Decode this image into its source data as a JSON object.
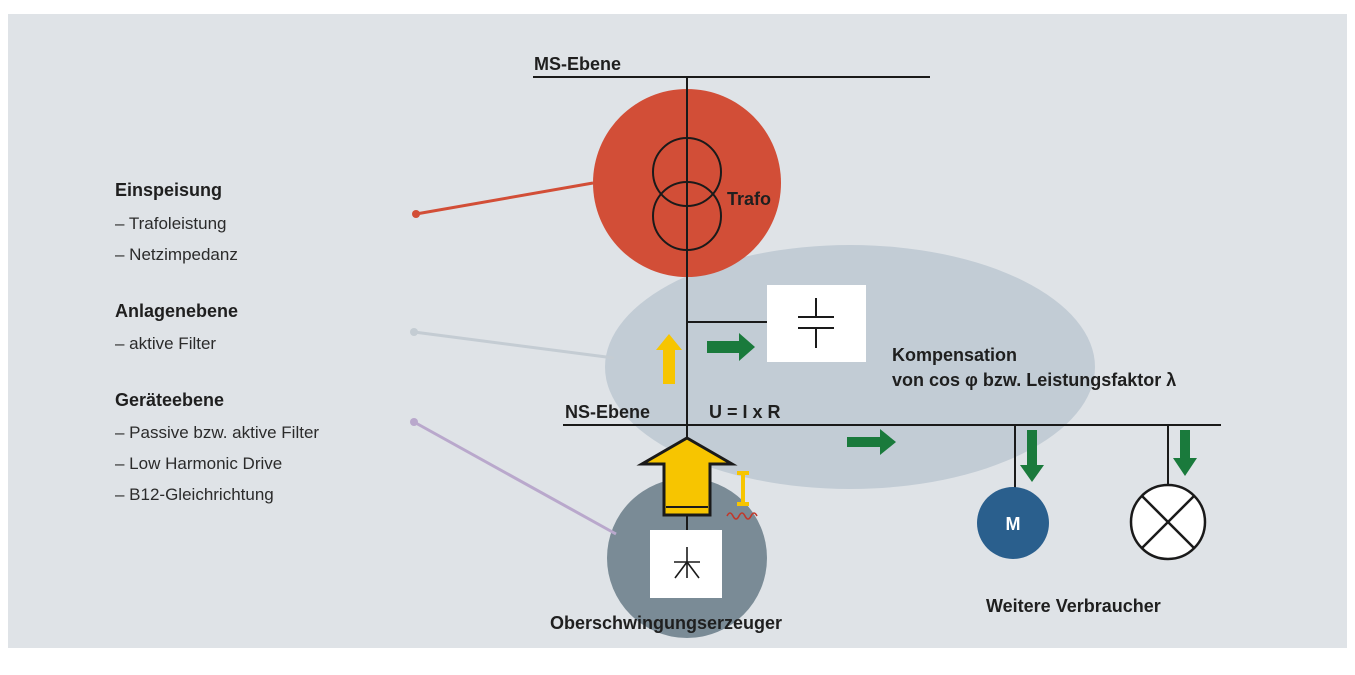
{
  "colors": {
    "background": "#dfe3e7",
    "trafo_circle": "#d24e37",
    "compensation_ellipse": "#c2ccd5",
    "generator_circle": "#7a8b96",
    "motor_circle": "#2a5f8d",
    "green_arrow": "#1a7a3c",
    "yellow_arrow": "#f7c500",
    "line": "#1a1a1a",
    "leader_einspeisung": "#d24e37",
    "leader_anlagenebene": "#c4ccd3",
    "leader_geraeteebene": "#b9a8cc"
  },
  "bus_labels": {
    "ms": "MS-Ebene",
    "ns": "NS-Ebene",
    "formula": "U = I x R"
  },
  "trafo": {
    "label": "Trafo"
  },
  "compensation": {
    "line1": "Kompensation",
    "line2": "von cos φ bzw. Leistungsfaktor λ"
  },
  "generator": {
    "label": "Oberschwingungserzeuger",
    "symbol_current": "I"
  },
  "consumers": {
    "label": "Weitere Verbraucher",
    "motor_symbol": "M"
  },
  "legend": [
    {
      "heading": "Einspeisung",
      "items": [
        "– Trafoleistung",
        "– Netzimpedanz"
      ]
    },
    {
      "heading": "Anlagenebene",
      "items": [
        "– aktive Filter"
      ]
    },
    {
      "heading": "Geräteebene",
      "items": [
        "– Passive bzw. aktive Filter",
        "– Low Harmonic Drive",
        "– B12-Gleichrichtung"
      ]
    }
  ]
}
